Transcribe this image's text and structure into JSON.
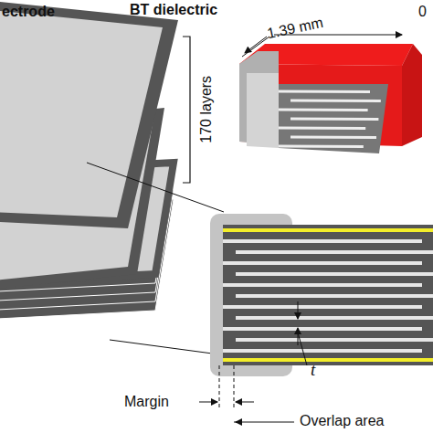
{
  "diagram": {
    "labels": [
      "ectrode",
      "BT dielectric",
      "170 layers",
      "1.39 mm",
      "0",
      "t",
      "Margin",
      "Overlap area"
    ]
  }
}
